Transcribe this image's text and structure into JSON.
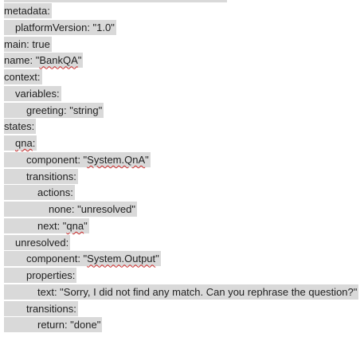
{
  "document": {
    "lines": [
      {
        "indent": 0,
        "parts": [
          {
            "t": "metadata:"
          }
        ]
      },
      {
        "indent": 1,
        "parts": [
          {
            "t": "platformVersion: \"1.0\""
          }
        ]
      },
      {
        "indent": 0,
        "parts": [
          {
            "t": "main: true"
          }
        ]
      },
      {
        "indent": 0,
        "parts": [
          {
            "t": "name: \""
          },
          {
            "t": "BankQA",
            "squiggle": true
          },
          {
            "t": "\""
          }
        ]
      },
      {
        "indent": 0,
        "parts": [
          {
            "t": "context:"
          }
        ]
      },
      {
        "indent": 1,
        "parts": [
          {
            "t": "variables:"
          }
        ]
      },
      {
        "indent": 2,
        "parts": [
          {
            "t": "greeting: \"string\""
          }
        ]
      },
      {
        "indent": 0,
        "parts": [
          {
            "t": "states:"
          }
        ]
      },
      {
        "indent": 1,
        "parts": [
          {
            "t": "qna",
            "squiggle": true
          },
          {
            "t": ":"
          }
        ]
      },
      {
        "indent": 2,
        "parts": [
          {
            "t": "component: \""
          },
          {
            "t": "System.QnA",
            "squiggle": true
          },
          {
            "t": "\""
          }
        ]
      },
      {
        "indent": 2,
        "parts": [
          {
            "t": "transitions:"
          }
        ]
      },
      {
        "indent": 3,
        "parts": [
          {
            "t": "actions:"
          }
        ]
      },
      {
        "indent": 4,
        "parts": [
          {
            "t": "none: \"unresolved\""
          }
        ]
      },
      {
        "indent": 3,
        "parts": [
          {
            "t": "next: \""
          },
          {
            "t": "qna",
            "squiggle": true
          },
          {
            "t": "\""
          }
        ]
      },
      {
        "indent": 1,
        "parts": [
          {
            "t": "unresolved:"
          }
        ]
      },
      {
        "indent": 2,
        "parts": [
          {
            "t": "component: \""
          },
          {
            "t": "System.Output",
            "squiggle": true
          },
          {
            "t": "\""
          }
        ]
      },
      {
        "indent": 2,
        "parts": [
          {
            "t": "properties:"
          }
        ]
      },
      {
        "indent": 3,
        "parts": [
          {
            "t": "text: \"Sorry, I did not find any match. Can you rephrase the question?\""
          }
        ]
      },
      {
        "indent": 2,
        "parts": [
          {
            "t": "transitions:"
          }
        ]
      },
      {
        "indent": 3,
        "parts": [
          {
            "t": "return: \"done\""
          }
        ]
      }
    ]
  },
  "colors": {
    "highlight": "#d9d9d9",
    "text": "#1f1f1f",
    "squiggle": "#cc2b2b"
  }
}
